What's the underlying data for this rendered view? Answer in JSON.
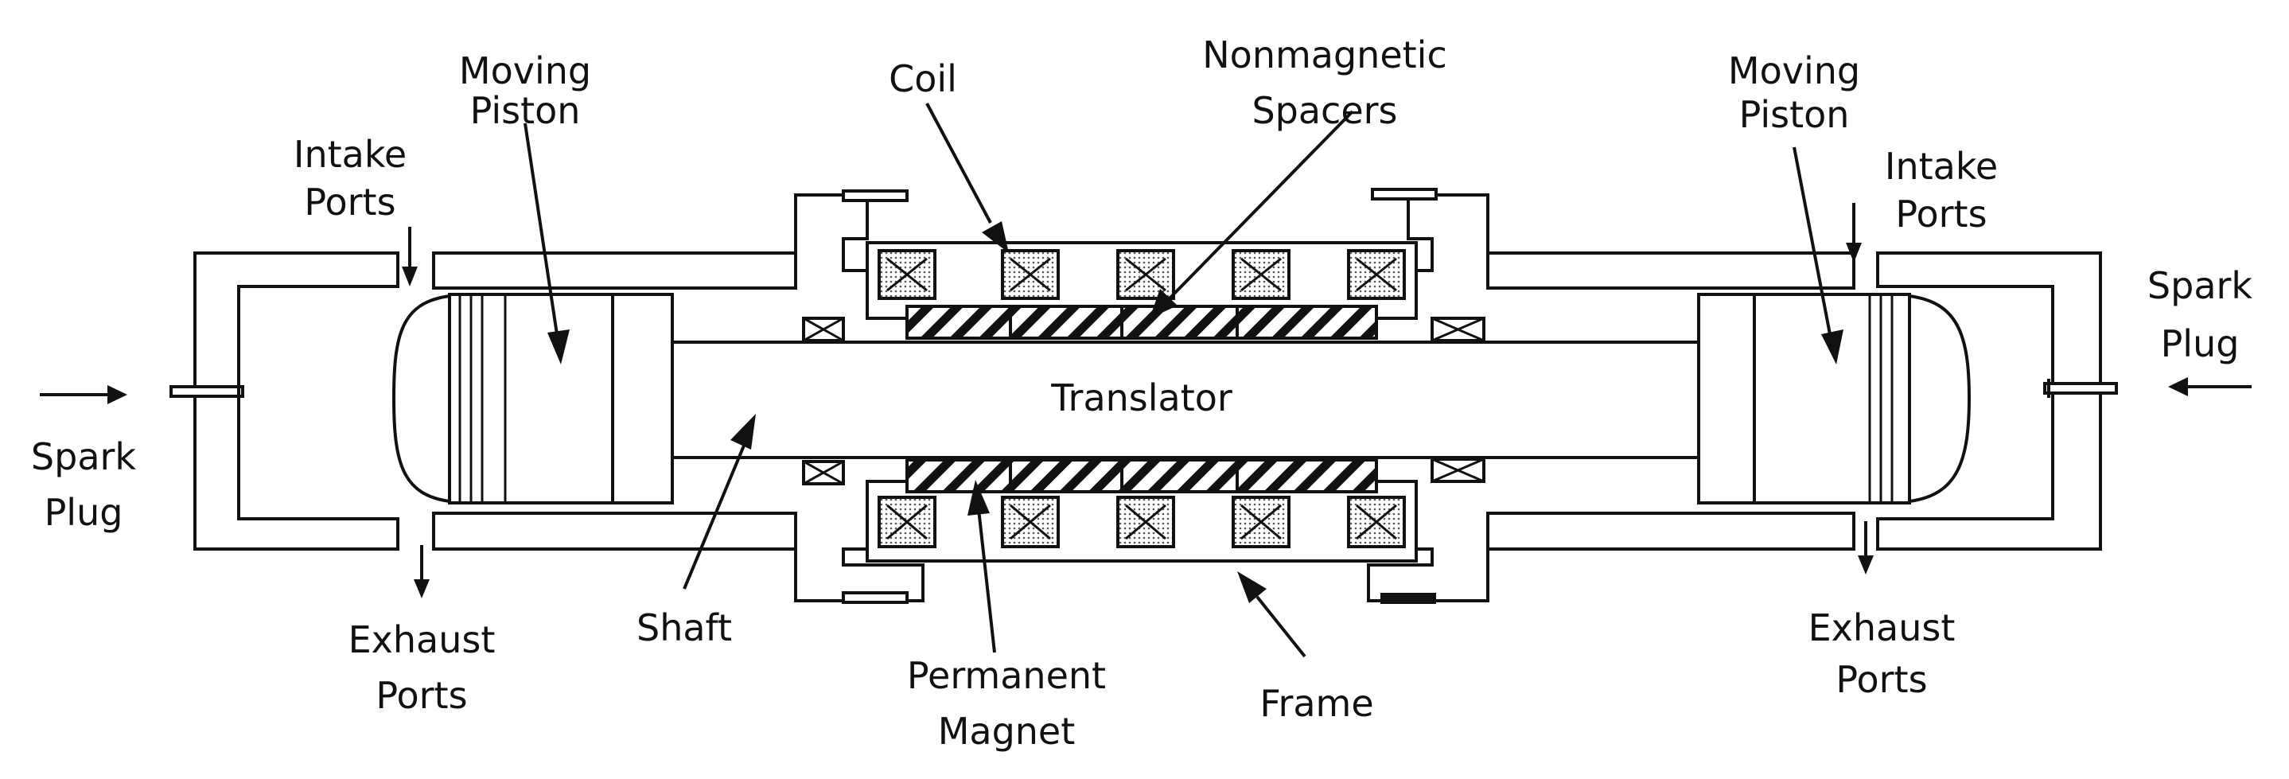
{
  "labels": {
    "moving_piston_left": [
      "Moving",
      "Piston"
    ],
    "intake_ports_left": [
      "Intake",
      "Ports"
    ],
    "spark_plug_left": [
      "Spark",
      "Plug"
    ],
    "exhaust_ports_left": [
      "Exhaust",
      "Ports"
    ],
    "shaft": "Shaft",
    "coil": "Coil",
    "nonmagnetic_spacers": [
      "Nonmagnetic",
      "Spacers"
    ],
    "translator": "Translator",
    "permanent_magnet": [
      "Permanent",
      "Magnet"
    ],
    "frame": "Frame",
    "moving_piston_right": [
      "Moving",
      "Piston"
    ],
    "intake_ports_right": [
      "Intake",
      "Ports"
    ],
    "spark_plug_right": [
      "Spark",
      "Plug"
    ],
    "exhaust_ports_right": [
      "Exhaust",
      "Ports"
    ]
  }
}
